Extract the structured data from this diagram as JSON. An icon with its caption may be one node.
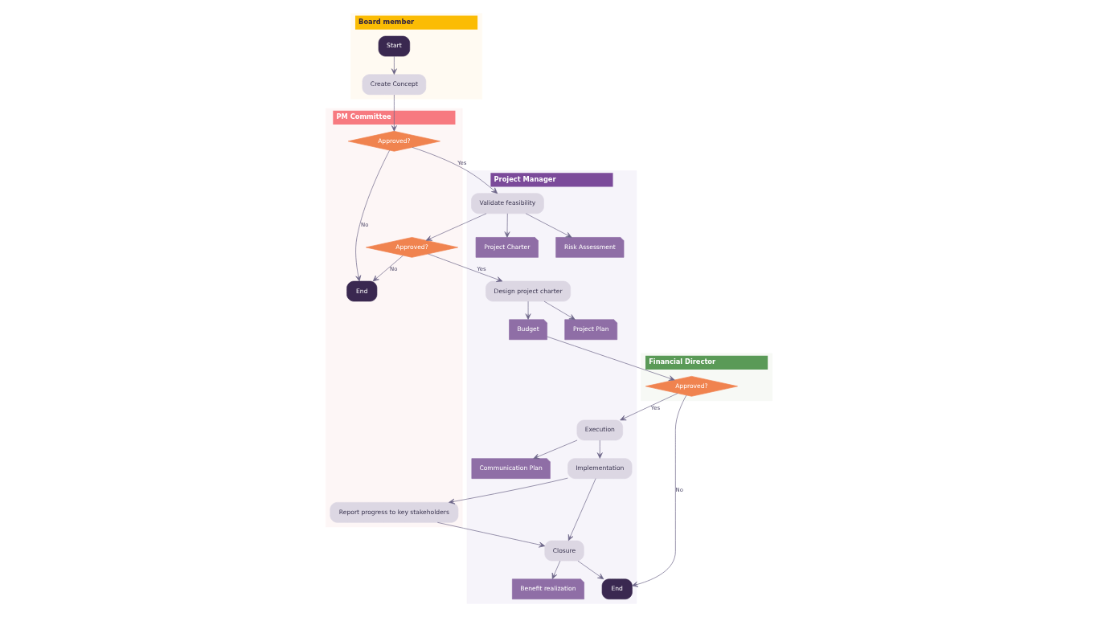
{
  "diagram": {
    "nodes": [
      {
        "text": [
          "Board member"
        ]
      },
      {
        "text": [
          "Start"
        ],
        "in": 0
      },
      {
        "text": [
          "Create Concept"
        ],
        "in": 0
      },
      {
        "text": [
          "PM Committee"
        ]
      },
      {
        "text": [
          "Approved?"
        ],
        "in": 3
      },
      {
        "text": [
          "Approved?"
        ],
        "in": 3
      },
      {
        "text": [
          "End"
        ],
        "in": 3
      },
      {
        "text": [
          "Report progress to key stakeholders"
        ],
        "in": 3
      },
      {
        "text": [
          "Project Manager"
        ]
      },
      {
        "text": [
          "Validate feasibility"
        ],
        "in": 8
      },
      {
        "text": [
          "Project Charter"
        ],
        "in": 8
      },
      {
        "text": [
          "Risk Assessment"
        ],
        "in": 8
      },
      {
        "text": [
          "Design project charter"
        ],
        "in": 8
      },
      {
        "text": [
          "Budget"
        ],
        "in": 8
      },
      {
        "text": [
          "Project Plan"
        ],
        "in": 8
      },
      {
        "text": [
          "Execution"
        ],
        "in": 8
      },
      {
        "text": [
          "Communication Plan"
        ],
        "in": 8
      },
      {
        "text": [
          "Implementation"
        ],
        "in": 8
      },
      {
        "text": [
          "Closure"
        ],
        "in": 8
      },
      {
        "text": [
          "Benefit realization"
        ],
        "in": 8
      },
      {
        "text": [
          "End"
        ],
        "in": 8
      },
      {
        "text": [
          "Financial Director"
        ]
      },
      {
        "text": [
          "Approved?"
        ],
        "in": 21
      }
    ],
    "edges": [
      {
        "from": 1,
        "to": 2,
        "arrow": "to"
      },
      {
        "from": 2,
        "to": 4,
        "arrow": "to"
      },
      {
        "from": 4,
        "to": 9,
        "arrow": "to",
        "label": "Yes"
      },
      {
        "from": 4,
        "to": 6,
        "arrow": "to",
        "label": "No"
      },
      {
        "from": 9,
        "to": 10,
        "arrow": "to"
      },
      {
        "from": 9,
        "to": 11,
        "arrow": "to"
      },
      {
        "from": 9,
        "to": 5,
        "arrow": "to"
      },
      {
        "from": 5,
        "to": 12,
        "arrow": "to",
        "label": "Yes"
      },
      {
        "from": 5,
        "to": 6,
        "arrow": "to",
        "label": "No"
      },
      {
        "from": 12,
        "to": 13,
        "arrow": "to"
      },
      {
        "from": 12,
        "to": 14,
        "arrow": "to"
      },
      {
        "from": 13,
        "to": 22,
        "arrow": "to"
      },
      {
        "from": 22,
        "to": 15,
        "arrow": "to",
        "label": "Yes"
      },
      {
        "from": 22,
        "to": 20,
        "arrow": "to",
        "label": "No"
      },
      {
        "from": 15,
        "to": 16,
        "arrow": "to"
      },
      {
        "from": 15,
        "to": 17,
        "arrow": "to"
      },
      {
        "from": 17,
        "to": 7,
        "arrow": "to"
      },
      {
        "from": 17,
        "to": 18,
        "arrow": "to"
      },
      {
        "from": 7,
        "to": 18,
        "arrow": "to"
      },
      {
        "from": 18,
        "to": 19,
        "arrow": "to"
      },
      {
        "from": 18,
        "to": 20,
        "arrow": "to"
      }
    ]
  }
}
